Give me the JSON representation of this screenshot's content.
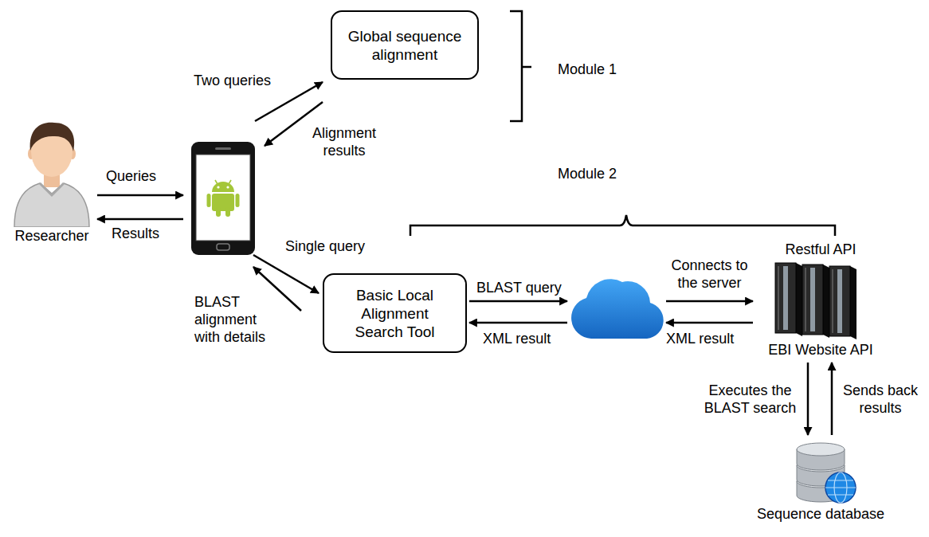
{
  "diagram": {
    "nodes": [
      {
        "text": [
          "Researcher"
        ]
      },
      {
        "text": [
          "Global sequence alignment"
        ]
      },
      {
        "text": [
          "Basic Local Alignment Search Tool"
        ]
      },
      {
        "text": [
          "Restful API",
          "EBI Website API"
        ]
      },
      {
        "text": [
          "Sequence database"
        ]
      }
    ],
    "edges": [
      {
        "from": 3,
        "to": 4,
        "label": "Executes the BLAST search",
        "arrow": "to"
      },
      {
        "from": 4,
        "to": 3,
        "label": "Sends back results",
        "arrow": "to"
      }
    ],
    "labels": [
      "Queries",
      "Results",
      "Two queries",
      "Alignment results",
      "Module 1",
      "Single query",
      "BLAST alignment with details",
      "Module 2",
      "BLAST query",
      "XML result",
      "Connects to the server",
      "XML result"
    ]
  }
}
